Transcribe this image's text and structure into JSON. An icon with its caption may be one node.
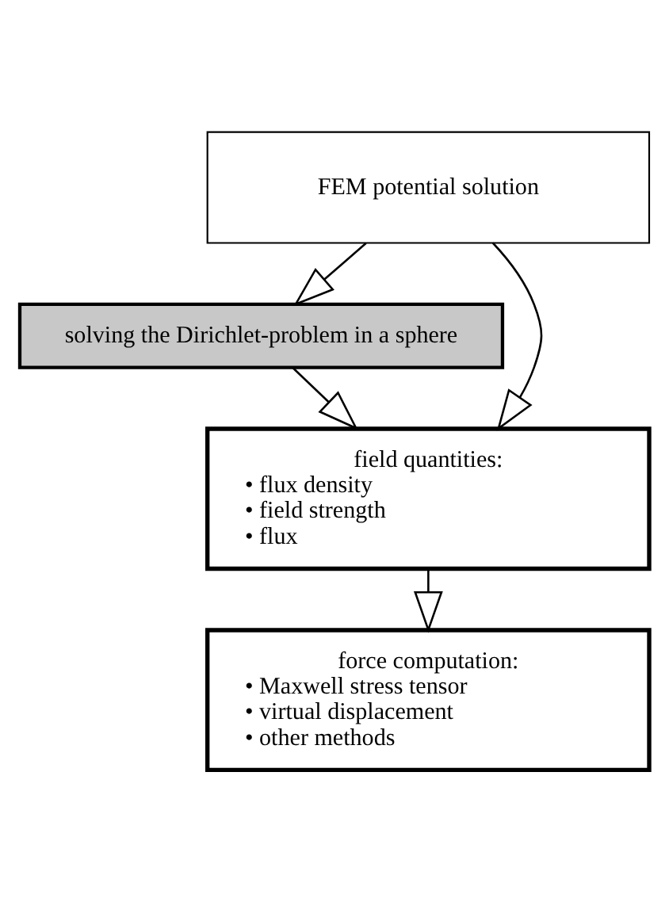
{
  "diagram": {
    "nodes": [
      {
        "text": [
          "FEM potential solution"
        ]
      },
      {
        "text": [
          "solving the Dirichlet-problem in a sphere"
        ]
      },
      {
        "text": [
          "field quantities:",
          "• flux density",
          "• field strength",
          "• flux"
        ]
      },
      {
        "text": [
          "force computation:",
          "• Maxwell stress tensor",
          "• virtual displacement",
          "• other methods"
        ]
      }
    ],
    "edges": [
      {
        "from": 0,
        "to": 2,
        "arrow": "to"
      },
      {
        "from": 0,
        "to": 1,
        "arrow": "to"
      },
      {
        "from": 1,
        "to": 2,
        "arrow": "to"
      },
      {
        "from": 2,
        "to": 3,
        "arrow": "to"
      }
    ]
  }
}
